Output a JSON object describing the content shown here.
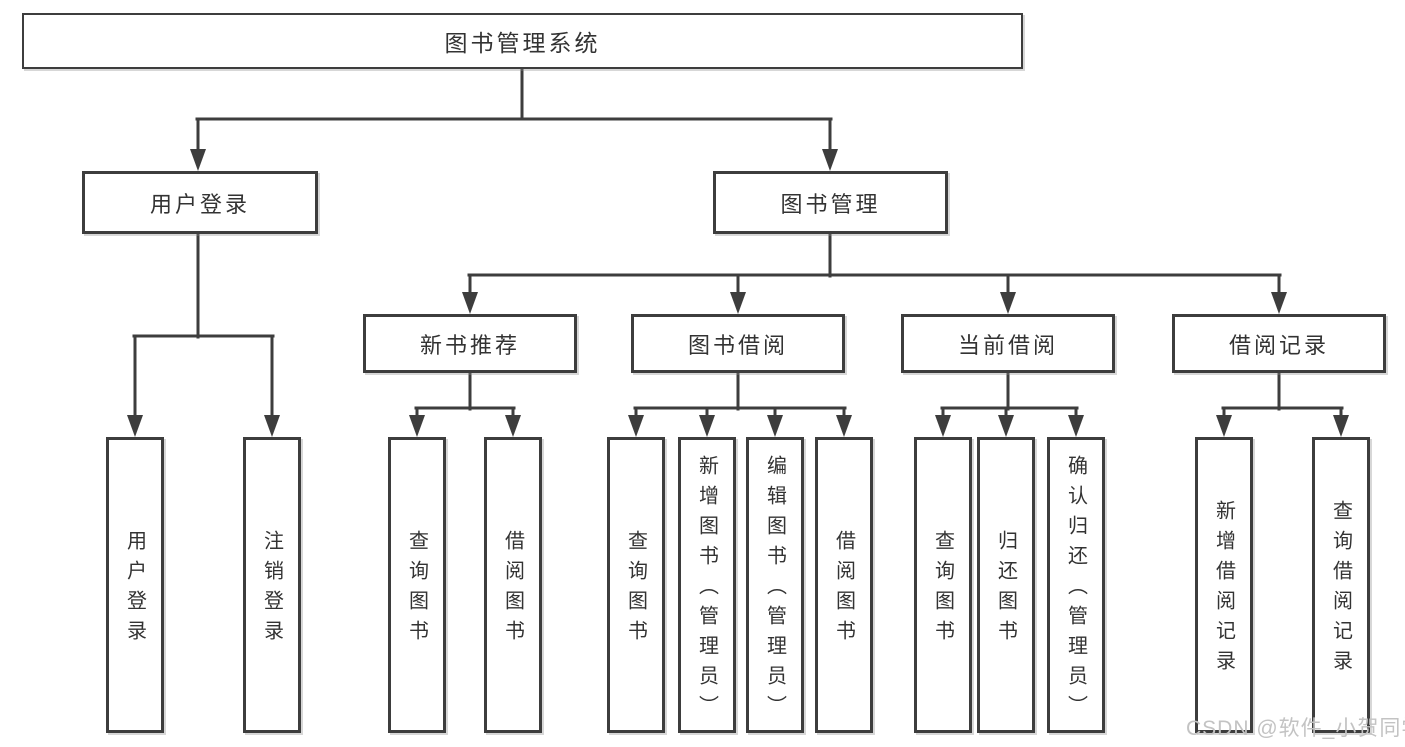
{
  "tree": {
    "root": {
      "label": "图书管理系统"
    },
    "branches": [
      {
        "label": "用户登录",
        "children": [
          {
            "label": "用户登录"
          },
          {
            "label": "注销登录"
          }
        ]
      },
      {
        "label": "图书管理",
        "children": [
          {
            "label": "新书推荐",
            "children": [
              {
                "label": "查询图书"
              },
              {
                "label": "借阅图书"
              }
            ]
          },
          {
            "label": "图书借阅",
            "children": [
              {
                "label": "查询图书"
              },
              {
                "label": "新增图书（管理员）"
              },
              {
                "label": "编辑图书（管理员）"
              },
              {
                "label": "借阅图书"
              }
            ]
          },
          {
            "label": "当前借阅",
            "children": [
              {
                "label": "查询图书"
              },
              {
                "label": "归还图书"
              },
              {
                "label": "确认归还（管理员）"
              }
            ]
          },
          {
            "label": "借阅记录",
            "children": [
              {
                "label": "新增借阅记录"
              },
              {
                "label": "查询借阅记录"
              }
            ]
          }
        ]
      }
    ]
  },
  "watermark": {
    "text": "CSDN @软件_小贺同学"
  },
  "colors": {
    "line": "#3d3d3d",
    "text": "#333333",
    "background": "#ffffff",
    "watermark": "#c3c3c3"
  }
}
